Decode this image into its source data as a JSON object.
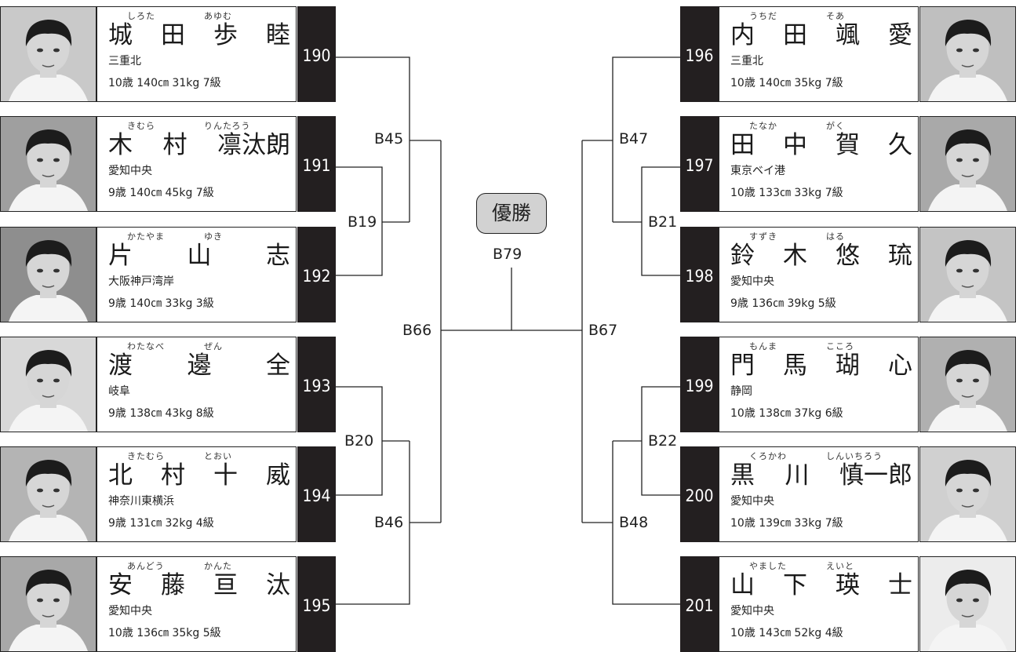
{
  "final": {
    "label": "優勝",
    "match": "B79"
  },
  "matches": {
    "B19": "B19",
    "B20": "B20",
    "B21": "B21",
    "B22": "B22",
    "B45": "B45",
    "B46": "B46",
    "B47": "B47",
    "B48": "B48",
    "B66": "B66",
    "B67": "B67"
  },
  "left": [
    {
      "num": "190",
      "furi_family": "しろた",
      "furi_given": "あゆむ",
      "chars": [
        "城",
        "田",
        "歩",
        "睦"
      ],
      "dojo": "三重北",
      "stats": "10歳 140㎝ 31kg 7級"
    },
    {
      "num": "191",
      "furi_family": "きむら",
      "furi_given": "りんたろう",
      "chars": [
        "木",
        "村",
        "凛汰朗"
      ],
      "dojo": "愛知中央",
      "stats": "9歳 140㎝ 45kg 7級"
    },
    {
      "num": "192",
      "furi_family": "かたやま",
      "furi_given": "ゆき",
      "chars": [
        "片",
        "山",
        "志"
      ],
      "dojo": "大阪神戸湾岸",
      "stats": "9歳 140㎝ 33kg 3級"
    },
    {
      "num": "193",
      "furi_family": "わたなべ",
      "furi_given": "ぜん",
      "chars": [
        "渡",
        "邊",
        "全"
      ],
      "dojo": "岐阜",
      "stats": "9歳 138㎝ 43kg 8級"
    },
    {
      "num": "194",
      "furi_family": "きたむら",
      "furi_given": "とおい",
      "chars": [
        "北",
        "村",
        "十",
        "威"
      ],
      "dojo": "神奈川東横浜",
      "stats": "9歳 131㎝ 32kg 4級"
    },
    {
      "num": "195",
      "furi_family": "あんどう",
      "furi_given": "かんた",
      "chars": [
        "安",
        "藤",
        "亘",
        "汰"
      ],
      "dojo": "愛知中央",
      "stats": "10歳 136㎝ 35kg 5級"
    }
  ],
  "right": [
    {
      "num": "196",
      "furi_family": "うちだ",
      "furi_given": "そあ",
      "chars": [
        "内",
        "田",
        "颯",
        "愛"
      ],
      "dojo": "三重北",
      "stats": "10歳 140㎝ 35kg 7級"
    },
    {
      "num": "197",
      "furi_family": "たなか",
      "furi_given": "がく",
      "chars": [
        "田",
        "中",
        "賀",
        "久"
      ],
      "dojo": "東京ベイ港",
      "stats": "10歳 133㎝ 33kg 7級"
    },
    {
      "num": "198",
      "furi_family": "すずき",
      "furi_given": "はる",
      "chars": [
        "鈴",
        "木",
        "悠",
        "琉"
      ],
      "dojo": "愛知中央",
      "stats": "9歳 136㎝ 39kg 5級"
    },
    {
      "num": "199",
      "furi_family": "もんま",
      "furi_given": "こころ",
      "chars": [
        "門",
        "馬",
        "瑚",
        "心"
      ],
      "dojo": "静岡",
      "stats": "10歳 138㎝ 37kg 6級"
    },
    {
      "num": "200",
      "furi_family": "くろかわ",
      "furi_given": "しんいちろう",
      "chars": [
        "黒",
        "川",
        "慎一郎"
      ],
      "dojo": "愛知中央",
      "stats": "10歳 139㎝ 33kg 7級"
    },
    {
      "num": "201",
      "furi_family": "やました",
      "furi_given": "えいと",
      "chars": [
        "山",
        "下",
        "瑛",
        "士"
      ],
      "dojo": "愛知中央",
      "stats": "10歳 143㎝ 52kg 4級"
    }
  ]
}
